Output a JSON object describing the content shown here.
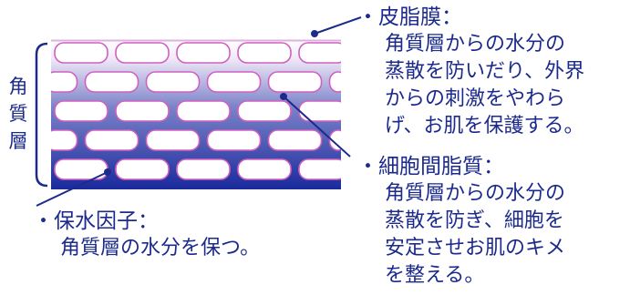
{
  "colors": {
    "text": "#1b2a8c",
    "layer_top": "#ffffff",
    "layer_bottom": "#1a2a9c",
    "cell_fill": "#ffffff",
    "cell_stroke": "#d060c0",
    "leader": "#1b2a8c"
  },
  "side_label": [
    "角",
    "質",
    "層"
  ],
  "callouts": {
    "sebum": {
      "title": "・皮脂膜：",
      "desc": [
        "角質層からの水分の",
        "蒸散を防いだり、外界",
        "からの刺激をやわら",
        "げ、お肌を保護する。"
      ]
    },
    "lipid": {
      "title": "・細胞間脂質：",
      "desc": [
        "角質層からの水分の",
        "蒸散を防ぎ、細胞を",
        "安定させお肌のキメ",
        "を整える。"
      ]
    },
    "nmf": {
      "title": "・保水因子：",
      "desc": [
        "角質層の水分を保つ。"
      ]
    }
  }
}
